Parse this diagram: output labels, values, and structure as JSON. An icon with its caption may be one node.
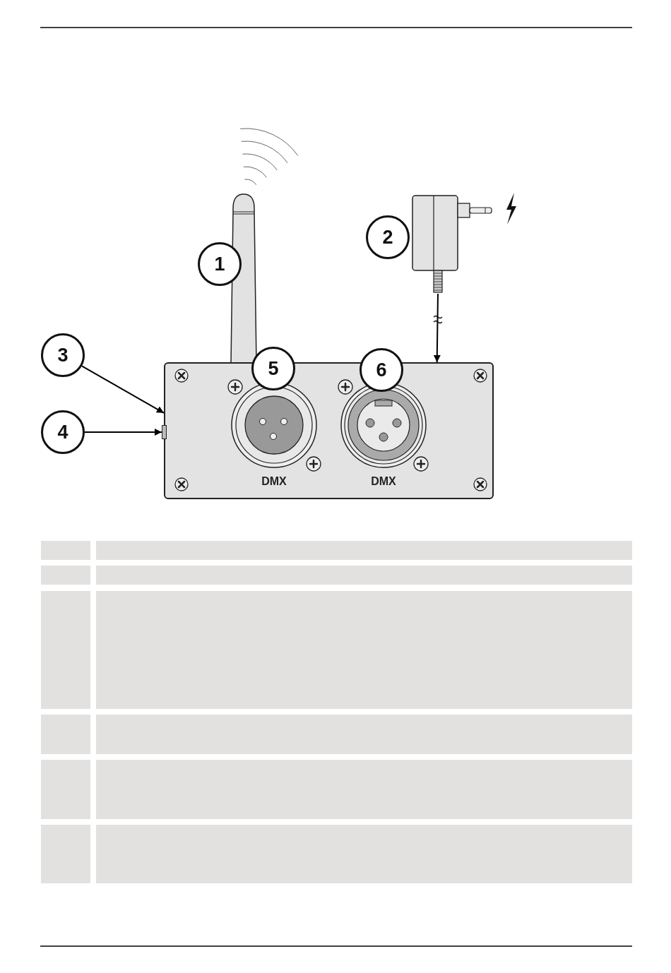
{
  "diagram": {
    "nodes": [
      {
        "text": [
          "1"
        ]
      },
      {
        "text": [
          "2"
        ]
      },
      {
        "text": [
          "3"
        ]
      },
      {
        "text": [
          "4"
        ]
      },
      {
        "text": [
          "5"
        ]
      },
      {
        "text": [
          "6"
        ]
      },
      {
        "text": [],
        "shape": "box"
      },
      {
        "text": [],
        "shape": "box"
      },
      {
        "text": [],
        "shape": "picture"
      }
    ],
    "edges": [
      {
        "from": 2,
        "to": 6,
        "arrow": "to"
      },
      {
        "from": 3,
        "to": 7,
        "arrow": "to"
      },
      {
        "from": 8,
        "to": 6,
        "arrow": "to"
      }
    ],
    "labels": [
      "DMX",
      "DMX"
    ]
  }
}
